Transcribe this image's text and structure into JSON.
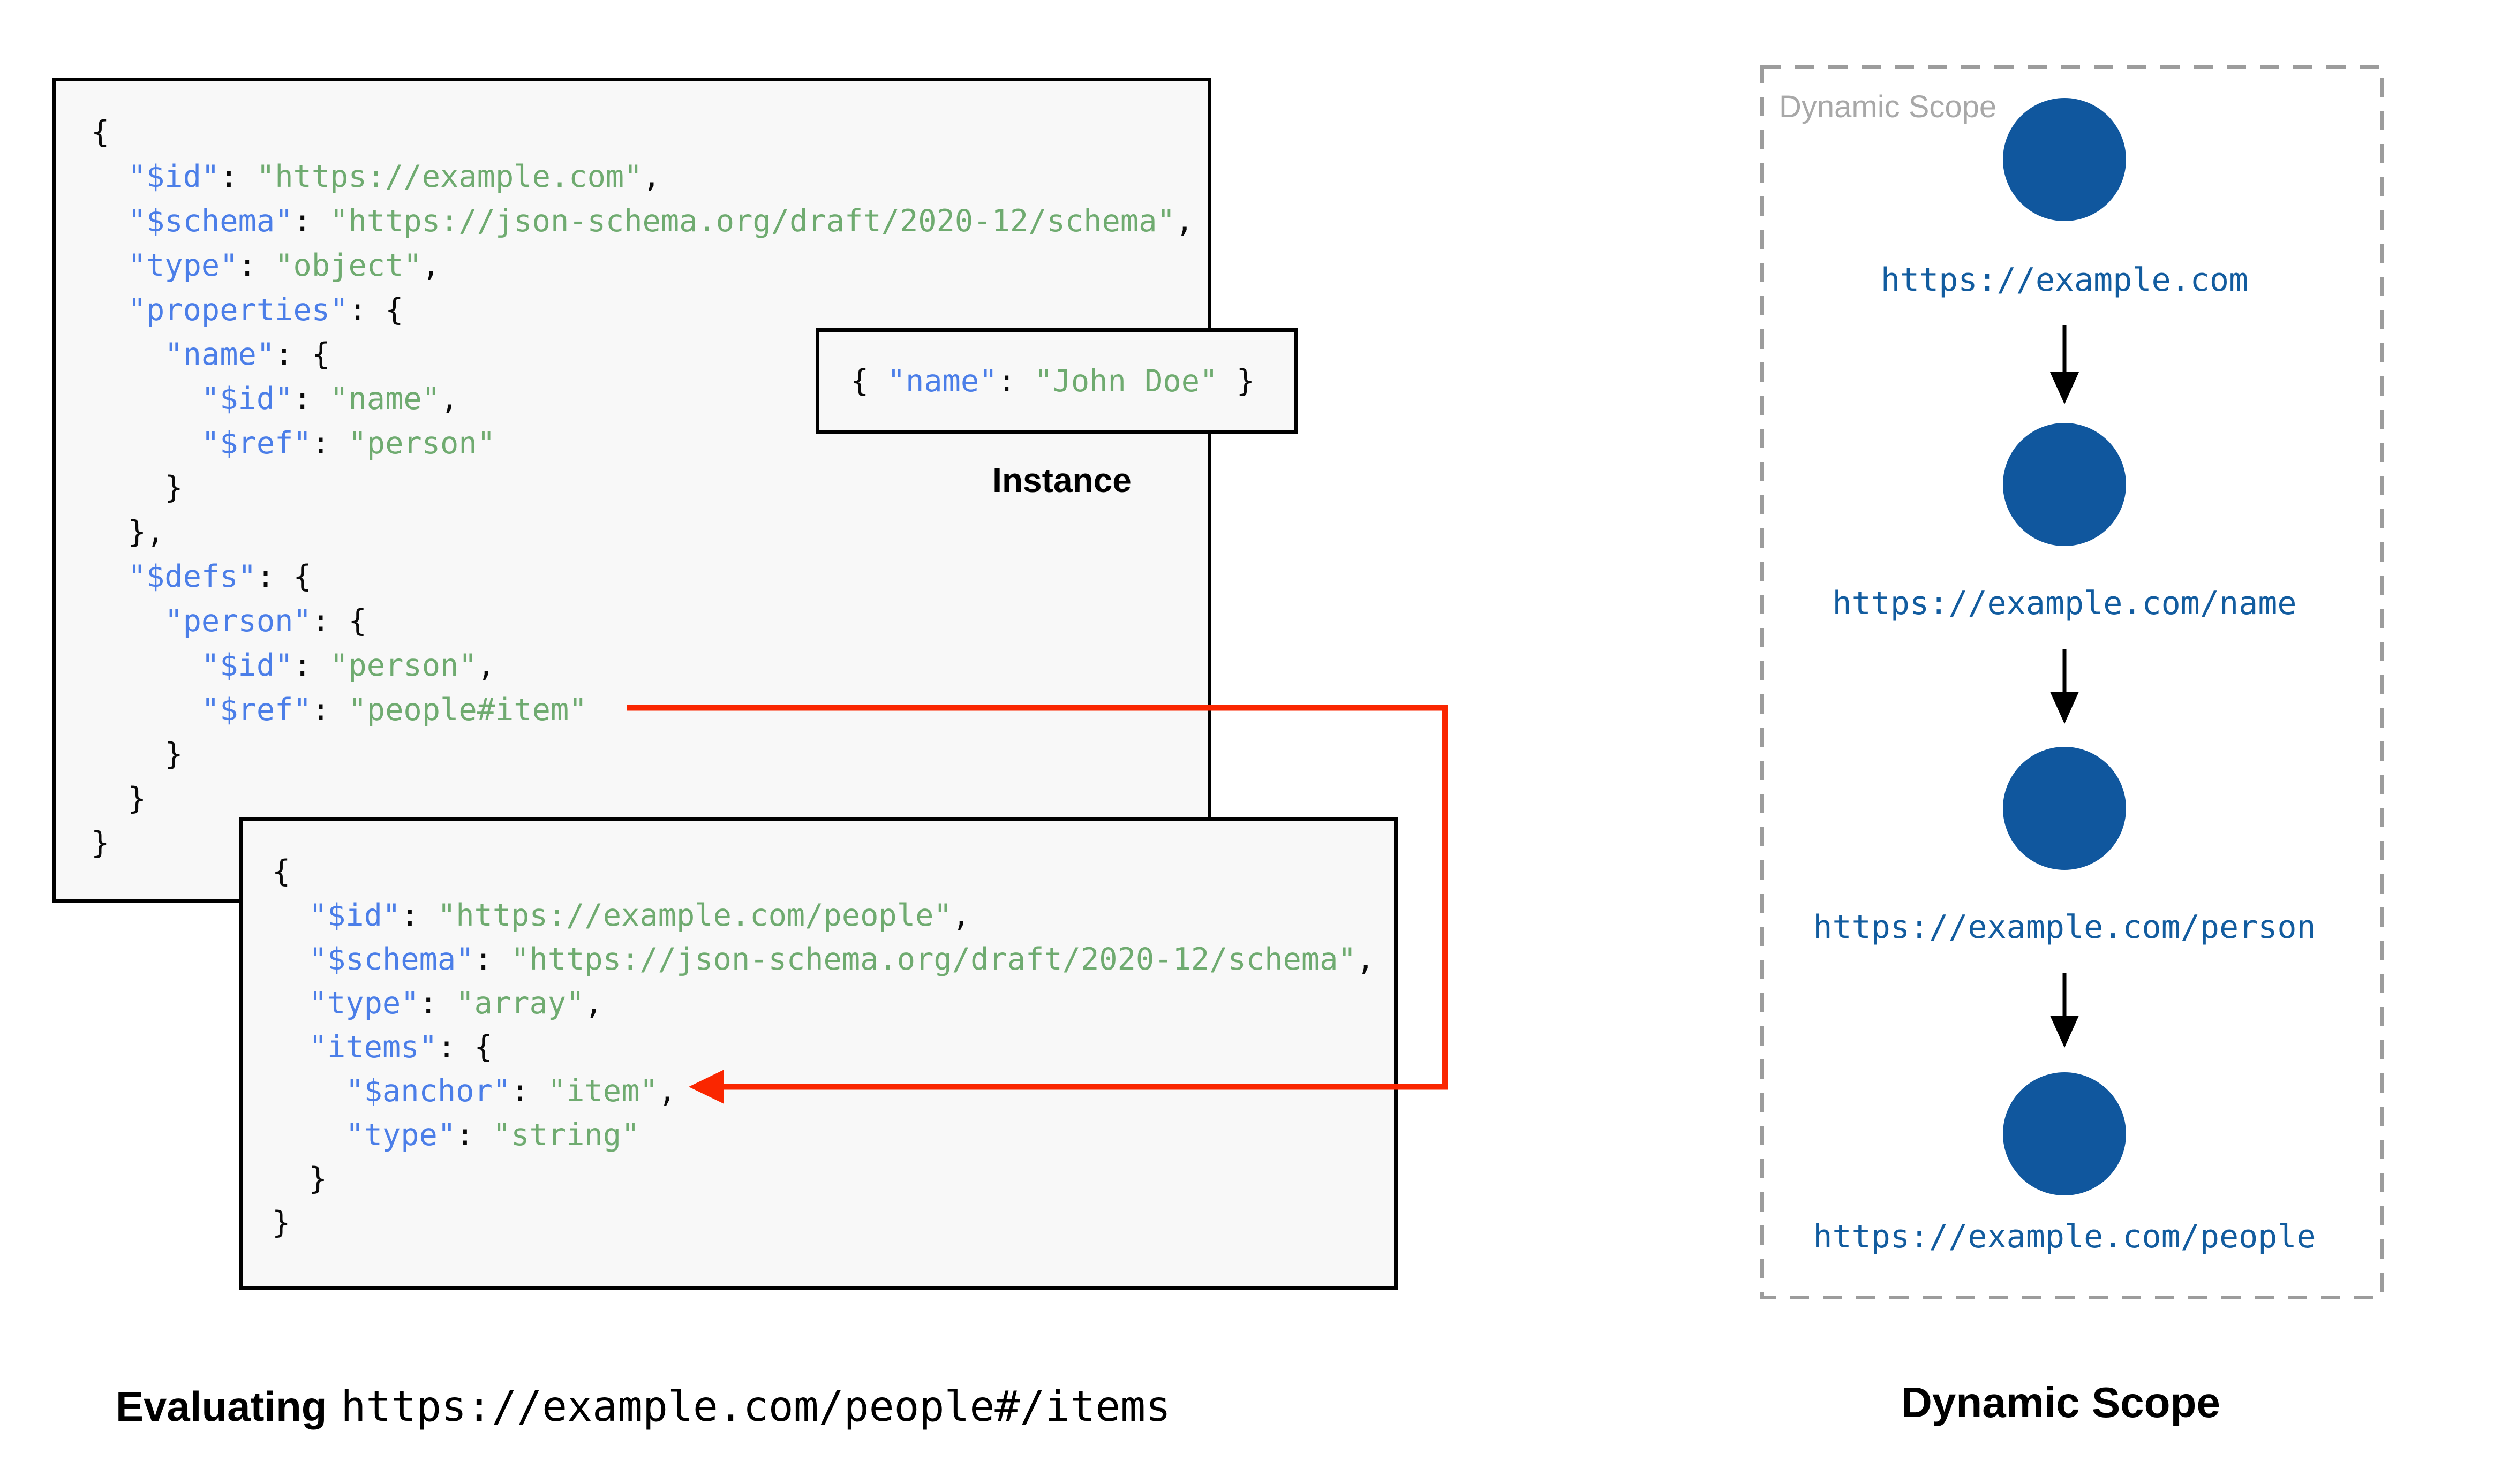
{
  "palette": {
    "code_key": "#4b7ee8",
    "code_string": "#6fab70",
    "code_plain": "#0a0a0a",
    "node_blue": "#10579e",
    "label_blue": "#125c9f",
    "red": "#fa2600",
    "gray_label": "#a8a8a8",
    "dash_gray": "#9c9c9c",
    "box_bg": "#f8f8f8",
    "border_black": "#000000"
  },
  "schema_root": {
    "lines": [
      [
        [
          "p",
          "{"
        ]
      ],
      [
        [
          "p",
          "  "
        ],
        [
          "k",
          "\"$id\""
        ],
        [
          "p",
          ": "
        ],
        [
          "s",
          "\"https://example.com\""
        ],
        [
          "p",
          ","
        ]
      ],
      [
        [
          "p",
          "  "
        ],
        [
          "k",
          "\"$schema\""
        ],
        [
          "p",
          ": "
        ],
        [
          "s",
          "\"https://json-schema.org/draft/2020-12/schema\""
        ],
        [
          "p",
          ","
        ]
      ],
      [
        [
          "p",
          "  "
        ],
        [
          "k",
          "\"type\""
        ],
        [
          "p",
          ": "
        ],
        [
          "s",
          "\"object\""
        ],
        [
          "p",
          ","
        ]
      ],
      [
        [
          "p",
          "  "
        ],
        [
          "k",
          "\"properties\""
        ],
        [
          "p",
          ": {"
        ]
      ],
      [
        [
          "p",
          "    "
        ],
        [
          "k",
          "\"name\""
        ],
        [
          "p",
          ": {"
        ]
      ],
      [
        [
          "p",
          "      "
        ],
        [
          "k",
          "\"$id\""
        ],
        [
          "p",
          ": "
        ],
        [
          "s",
          "\"name\""
        ],
        [
          "p",
          ","
        ]
      ],
      [
        [
          "p",
          "      "
        ],
        [
          "k",
          "\"$ref\""
        ],
        [
          "p",
          ": "
        ],
        [
          "s",
          "\"person\""
        ]
      ],
      [
        [
          "p",
          "    }"
        ]
      ],
      [
        [
          "p",
          "  },"
        ]
      ],
      [
        [
          "p",
          "  "
        ],
        [
          "k",
          "\"$defs\""
        ],
        [
          "p",
          ": {"
        ]
      ],
      [
        [
          "p",
          "    "
        ],
        [
          "k",
          "\"person\""
        ],
        [
          "p",
          ": {"
        ]
      ],
      [
        [
          "p",
          "      "
        ],
        [
          "k",
          "\"$id\""
        ],
        [
          "p",
          ": "
        ],
        [
          "s",
          "\"person\""
        ],
        [
          "p",
          ","
        ]
      ],
      [
        [
          "p",
          "      "
        ],
        [
          "k",
          "\"$ref\""
        ],
        [
          "p",
          ": "
        ],
        [
          "s",
          "\"people#item\""
        ]
      ],
      [
        [
          "p",
          "    }"
        ]
      ],
      [
        [
          "p",
          "  }"
        ]
      ],
      [
        [
          "p",
          "}"
        ]
      ]
    ]
  },
  "instance": {
    "caption": "Instance",
    "segments": [
      [
        "p",
        "{ "
      ],
      [
        "k",
        "\"name\""
      ],
      [
        "p",
        ": "
      ],
      [
        "s",
        "\"John Doe\""
      ],
      [
        "p",
        " }"
      ]
    ]
  },
  "schema_people": {
    "lines": [
      [
        [
          "p",
          "{"
        ]
      ],
      [
        [
          "p",
          "  "
        ],
        [
          "k",
          "\"$id\""
        ],
        [
          "p",
          ": "
        ],
        [
          "s",
          "\"https://example.com/people\""
        ],
        [
          "p",
          ","
        ]
      ],
      [
        [
          "p",
          "  "
        ],
        [
          "k",
          "\"$schema\""
        ],
        [
          "p",
          ": "
        ],
        [
          "s",
          "\"https://json-schema.org/draft/2020-12/schema\""
        ],
        [
          "p",
          ","
        ]
      ],
      [
        [
          "p",
          "  "
        ],
        [
          "k",
          "\"type\""
        ],
        [
          "p",
          ": "
        ],
        [
          "s",
          "\"array\""
        ],
        [
          "p",
          ","
        ]
      ],
      [
        [
          "p",
          "  "
        ],
        [
          "k",
          "\"items\""
        ],
        [
          "p",
          ": {"
        ]
      ],
      [
        [
          "p",
          "    "
        ],
        [
          "k",
          "\"$anchor\""
        ],
        [
          "p",
          ": "
        ],
        [
          "s",
          "\"item\""
        ],
        [
          "p",
          ","
        ]
      ],
      [
        [
          "p",
          "    "
        ],
        [
          "k",
          "\"type\""
        ],
        [
          "p",
          ": "
        ],
        [
          "s",
          "\"string\""
        ]
      ],
      [
        [
          "p",
          "  }"
        ]
      ],
      [
        [
          "p",
          "}"
        ]
      ]
    ]
  },
  "evaluating": {
    "bold_label": "Evaluating",
    "uri": "https://example.com/people#/items"
  },
  "dynamic_scope": {
    "panel_label": "Dynamic Scope",
    "caption": "Dynamic Scope",
    "nodes": [
      {
        "label": "https://example.com"
      },
      {
        "label": "https://example.com/name"
      },
      {
        "label": "https://example.com/person"
      },
      {
        "label": "https://example.com/people"
      }
    ]
  }
}
